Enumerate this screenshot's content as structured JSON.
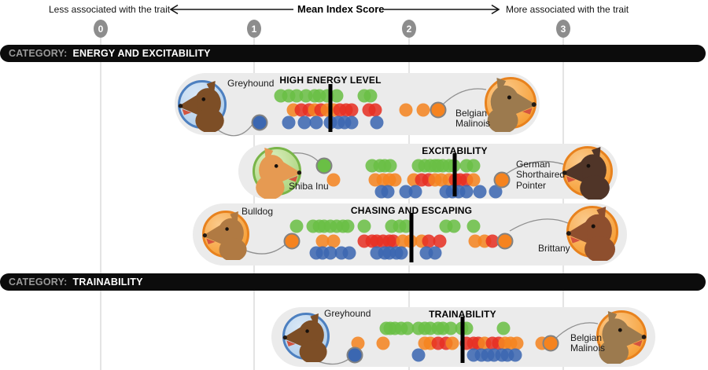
{
  "axis": {
    "title": "Mean Index Score",
    "left_label": "Less associated with the trait",
    "right_label": "More associated with the trait",
    "ticks": [
      "0",
      "1",
      "2",
      "3"
    ]
  },
  "categories": [
    {
      "prefix": "CATEGORY:",
      "name": "ENERGY AND EXCITABILITY"
    },
    {
      "prefix": "CATEGORY:",
      "name": "TRAINABILITY"
    }
  ],
  "colors": {
    "green": "#6abf45",
    "orange": "#f5831f",
    "red": "#e63023",
    "blue": "#3b67b1",
    "pill": "#ebebeb",
    "highlight_ring": "#828282",
    "gridline": "#e4e4e4",
    "tick_oval": "#8d8d8d",
    "category_bar": "#0c0c0c",
    "circles": {
      "blue": {
        "border": "#4d80c0",
        "bg1": "#d8e7f6",
        "bg2": "#a9c9e8"
      },
      "green": {
        "border": "#79b549",
        "bg1": "#def0c3",
        "bg2": "#a0ce6e"
      },
      "orange": {
        "border": "#e8821e",
        "bg1": "#fbca8c",
        "bg2": "#f59420"
      }
    }
  },
  "chart_data": {
    "type": "dotplot",
    "xlabel": "Mean Index Score",
    "x_range": [
      0,
      3
    ],
    "x_ticks": [
      0,
      1,
      2,
      3
    ],
    "note": "Each dot is a breed; rows of dots are grouped into green (top), orange/red (middle), blue (bottom) bands. Black bar = mean index score for the trait.",
    "rows": [
      {
        "trait": "HIGH ENERGY LEVEL",
        "category": "ENERGY AND EXCITABILITY",
        "mean": 1.49,
        "low_breed": {
          "name": "Greyhound",
          "label_lines": [
            "Greyhound"
          ],
          "circle": "blue",
          "dog_color": "#7d4e26",
          "facing": "left",
          "dot": {
            "band": "bottom",
            "value": 1.03,
            "color": "blue"
          }
        },
        "high_breed": {
          "name": "Belgian Malinois",
          "label_lines": [
            "Belgian",
            "Malinois"
          ],
          "circle": "orange",
          "dog_color": "#9c7a4e",
          "facing": "right",
          "dot": {
            "band": "middle",
            "value": 2.19,
            "color": "orange"
          }
        },
        "green_dots": [
          1.17,
          1.22,
          1.27,
          1.33,
          1.39,
          1.42,
          1.47,
          1.53,
          1.71,
          1.75
        ],
        "middle_dots": [
          [
            1.25,
            "orange"
          ],
          [
            1.3,
            "red"
          ],
          [
            1.35,
            "red"
          ],
          [
            1.39,
            "orange"
          ],
          [
            1.43,
            "red"
          ],
          [
            1.47,
            "orange"
          ],
          [
            1.51,
            "orange"
          ],
          [
            1.55,
            "red"
          ],
          [
            1.59,
            "red"
          ],
          [
            1.63,
            "red"
          ],
          [
            1.74,
            "red"
          ],
          [
            1.78,
            "red"
          ],
          [
            1.98,
            "orange"
          ],
          [
            2.09,
            "orange"
          ]
        ],
        "blue_dots": [
          1.22,
          1.32,
          1.4,
          1.49,
          1.54,
          1.58,
          1.63,
          1.79
        ]
      },
      {
        "trait": "EXCITABILITY",
        "category": "ENERGY AND EXCITABILITY",
        "mean": 2.3,
        "low_breed": {
          "name": "Shiba Inu",
          "label_lines": [
            "Shiba Inu"
          ],
          "circle": "green",
          "dog_color": "#e69a52",
          "facing": "right",
          "dot": {
            "band": "top",
            "value": 1.45,
            "color": "green"
          }
        },
        "high_breed": {
          "name": "German Shorthaired Pointer",
          "label_lines": [
            "German",
            "Shorthaired",
            "Pointer"
          ],
          "circle": "orange",
          "dog_color": "#503528",
          "facing": "left",
          "dot": {
            "band": "middle",
            "value": 2.6,
            "color": "orange"
          }
        },
        "green_dots": [
          1.76,
          1.81,
          1.84,
          1.88,
          2.06,
          2.1,
          2.14,
          2.17,
          2.19,
          2.22,
          2.26,
          2.29,
          2.37,
          2.42
        ],
        "middle_dots": [
          [
            1.51,
            "orange"
          ],
          [
            1.78,
            "orange"
          ],
          [
            1.83,
            "orange"
          ],
          [
            1.87,
            "orange"
          ],
          [
            1.91,
            "orange"
          ],
          [
            2.03,
            "orange"
          ],
          [
            2.08,
            "red"
          ],
          [
            2.13,
            "red"
          ],
          [
            2.17,
            "orange"
          ],
          [
            2.21,
            "orange"
          ],
          [
            2.26,
            "orange"
          ],
          [
            2.3,
            "red"
          ],
          [
            2.33,
            "red"
          ],
          [
            2.37,
            "red"
          ],
          [
            2.42,
            "orange"
          ]
        ],
        "blue_dots": [
          1.82,
          1.86,
          1.98,
          2.04,
          2.24,
          2.28,
          2.32,
          2.37,
          2.46,
          2.56
        ]
      },
      {
        "trait": "CHASING AND ESCAPING",
        "category": "ENERGY AND EXCITABILITY",
        "mean": 2.02,
        "low_breed": {
          "name": "Bulldog",
          "label_lines": [
            "Bulldog"
          ],
          "circle": "orange",
          "dog_color": "#b07a43",
          "facing": "left",
          "dot": {
            "band": "middle",
            "value": 1.24,
            "color": "orange"
          }
        },
        "high_breed": {
          "name": "Brittany",
          "label_lines": [
            "Brittany"
          ],
          "circle": "orange",
          "dog_color": "#8e4f2e",
          "facing": "left",
          "dot": {
            "band": "middle",
            "value": 2.62,
            "color": "orange"
          }
        },
        "green_dots": [
          1.27,
          1.38,
          1.42,
          1.45,
          1.49,
          1.53,
          1.57,
          1.6,
          1.71,
          1.89,
          1.94,
          1.98,
          2.24,
          2.29,
          2.42
        ],
        "middle_dots": [
          [
            1.44,
            "orange"
          ],
          [
            1.51,
            "orange"
          ],
          [
            1.71,
            "red"
          ],
          [
            1.76,
            "red"
          ],
          [
            1.79,
            "red"
          ],
          [
            1.83,
            "red"
          ],
          [
            1.87,
            "red"
          ],
          [
            1.9,
            "red"
          ],
          [
            1.96,
            "orange"
          ],
          [
            2.01,
            "orange"
          ],
          [
            2.08,
            "orange"
          ],
          [
            2.13,
            "red"
          ],
          [
            2.2,
            "red"
          ],
          [
            2.43,
            "orange"
          ],
          [
            2.49,
            "orange"
          ],
          [
            2.54,
            "red"
          ]
        ],
        "blue_dots": [
          1.4,
          1.44,
          1.49,
          1.56,
          1.61,
          1.79,
          1.84,
          1.87,
          1.92,
          1.95,
          2.11,
          2.17
        ]
      },
      {
        "trait": "TRAINABILITY",
        "category": "TRAINABILITY",
        "mean": 2.35,
        "low_breed": {
          "name": "Greyhound",
          "label_lines": [
            "Greyhound"
          ],
          "circle": "blue",
          "dog_color": "#7d4e26",
          "facing": "left",
          "dot": {
            "band": "bottom",
            "value": 1.65,
            "color": "blue"
          }
        },
        "high_breed": {
          "name": "Belgian Malinois",
          "label_lines": [
            "Belgian",
            "Malinois"
          ],
          "circle": "orange",
          "dog_color": "#9c7a4e",
          "facing": "right",
          "dot": {
            "band": "middle",
            "value": 2.92,
            "color": "orange"
          }
        },
        "green_dots": [
          1.85,
          1.88,
          1.91,
          1.95,
          1.99,
          2.06,
          2.1,
          2.14,
          2.19,
          2.22,
          2.27,
          2.34,
          2.37,
          2.61
        ],
        "middle_dots": [
          [
            1.67,
            "orange"
          ],
          [
            1.83,
            "orange"
          ],
          [
            2.1,
            "orange"
          ],
          [
            2.14,
            "orange"
          ],
          [
            2.19,
            "red"
          ],
          [
            2.24,
            "red"
          ],
          [
            2.28,
            "orange"
          ],
          [
            2.37,
            "red"
          ],
          [
            2.42,
            "red"
          ],
          [
            2.45,
            "red"
          ],
          [
            2.49,
            "orange"
          ],
          [
            2.54,
            "red"
          ],
          [
            2.58,
            "red"
          ],
          [
            2.62,
            "orange"
          ],
          [
            2.66,
            "orange"
          ],
          [
            2.7,
            "orange"
          ],
          [
            2.86,
            "orange"
          ]
        ],
        "blue_dots": [
          2.06,
          2.42,
          2.47,
          2.51,
          2.55,
          2.6,
          2.64,
          2.69
        ]
      }
    ]
  }
}
